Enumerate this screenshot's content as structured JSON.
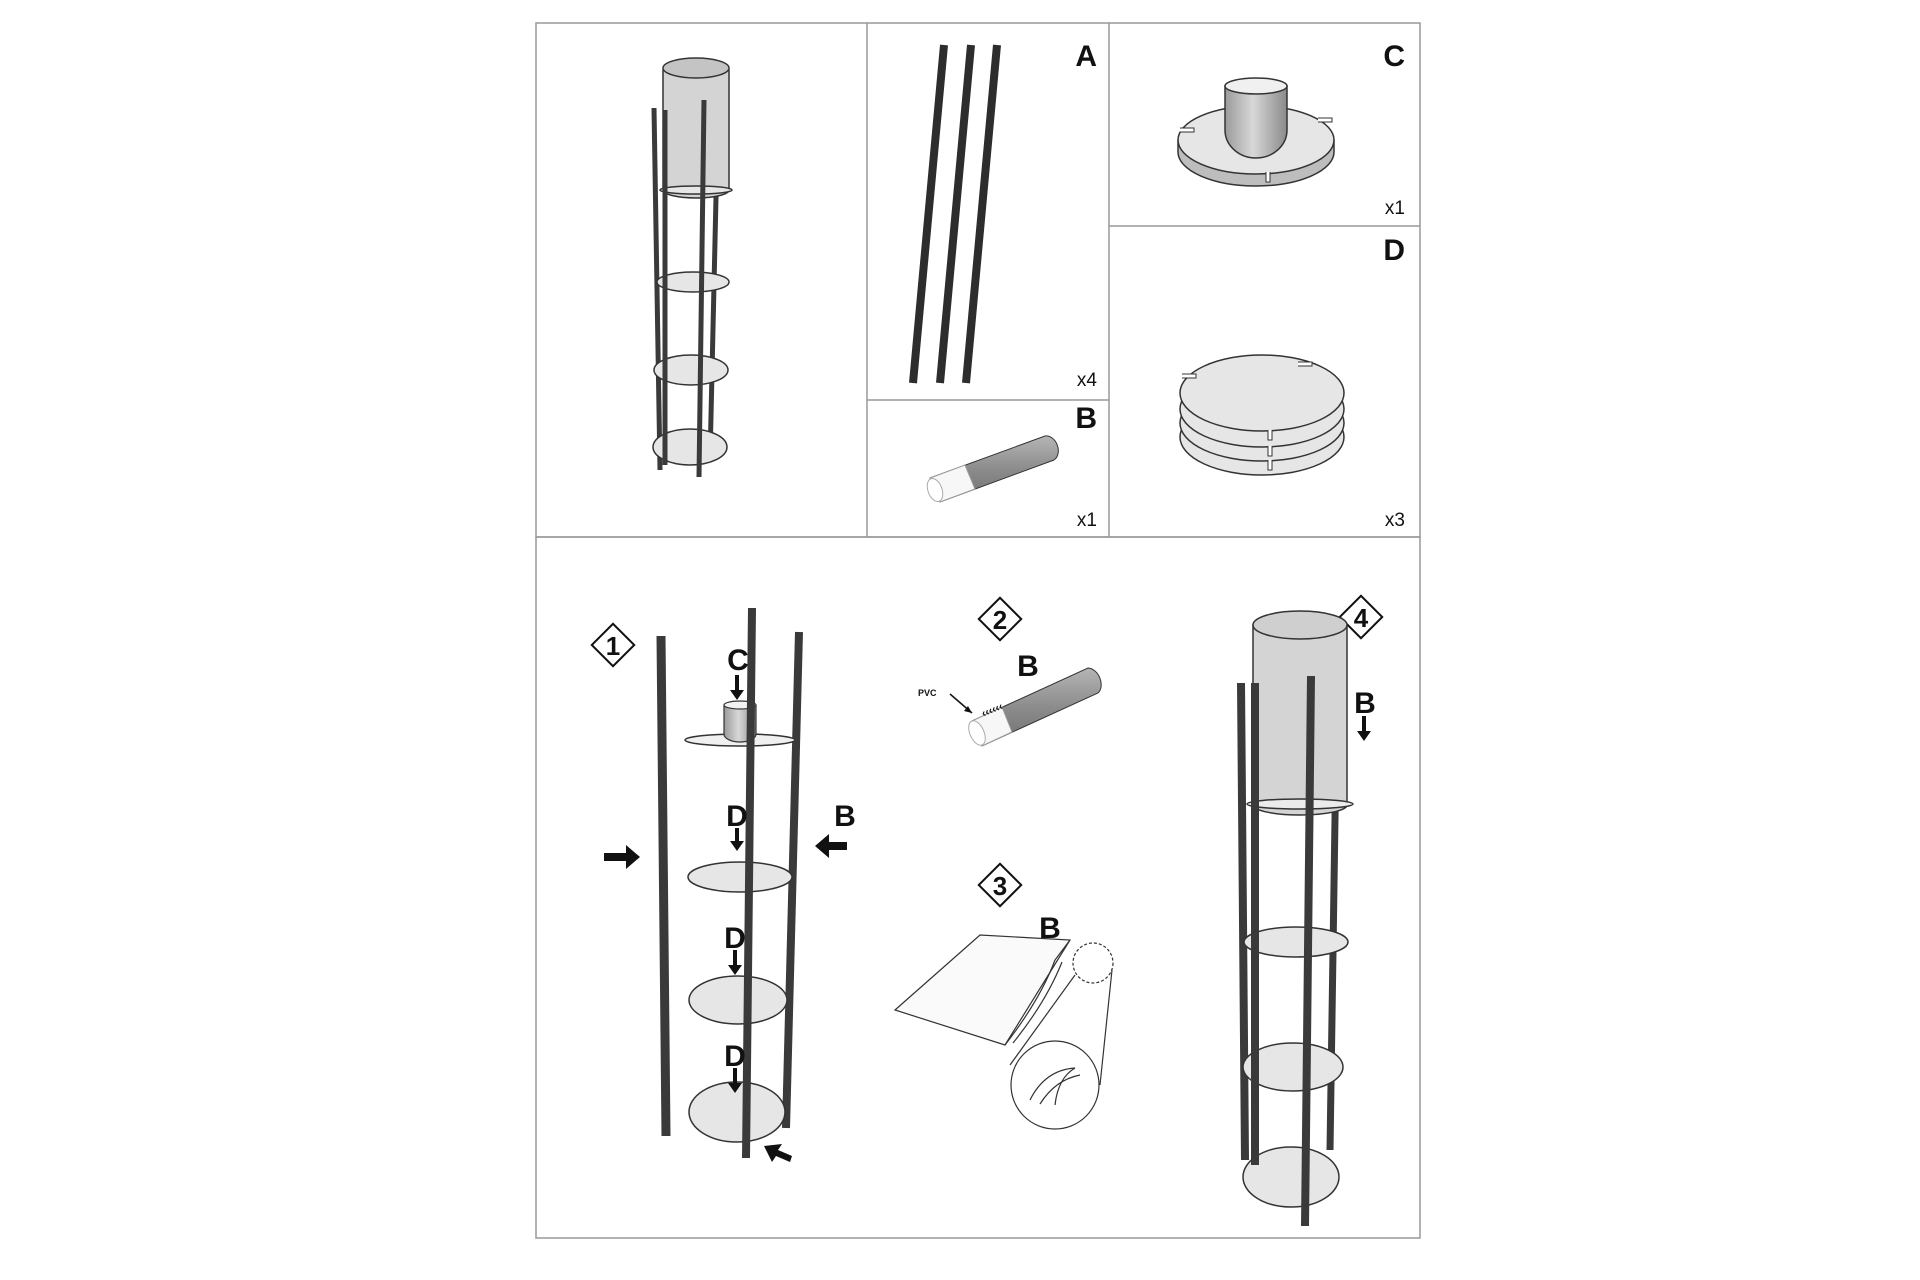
{
  "parts": {
    "A": {
      "letter": "A",
      "qty": "x4"
    },
    "B": {
      "letter": "B",
      "qty": "x1"
    },
    "C": {
      "letter": "C",
      "qty": "x1"
    },
    "D": {
      "letter": "D",
      "qty": "x3"
    }
  },
  "steps": {
    "s1": {
      "number": "1",
      "label_c": "C",
      "label_b": "B",
      "label_d1": "D",
      "label_d2": "D",
      "label_d3": "D"
    },
    "s2": {
      "number": "2",
      "label_b": "B",
      "pvc": "PVC",
      "chevrons": "‹‹‹‹‹‹"
    },
    "s3": {
      "number": "3",
      "label_b": "B"
    },
    "s4": {
      "number": "4",
      "label_b": "B"
    }
  },
  "colors": {
    "border": "#999999",
    "rod": "#3a3a3a",
    "shade": "#d4d4d4",
    "disc": "#e6e6e6",
    "line": "#222222"
  }
}
